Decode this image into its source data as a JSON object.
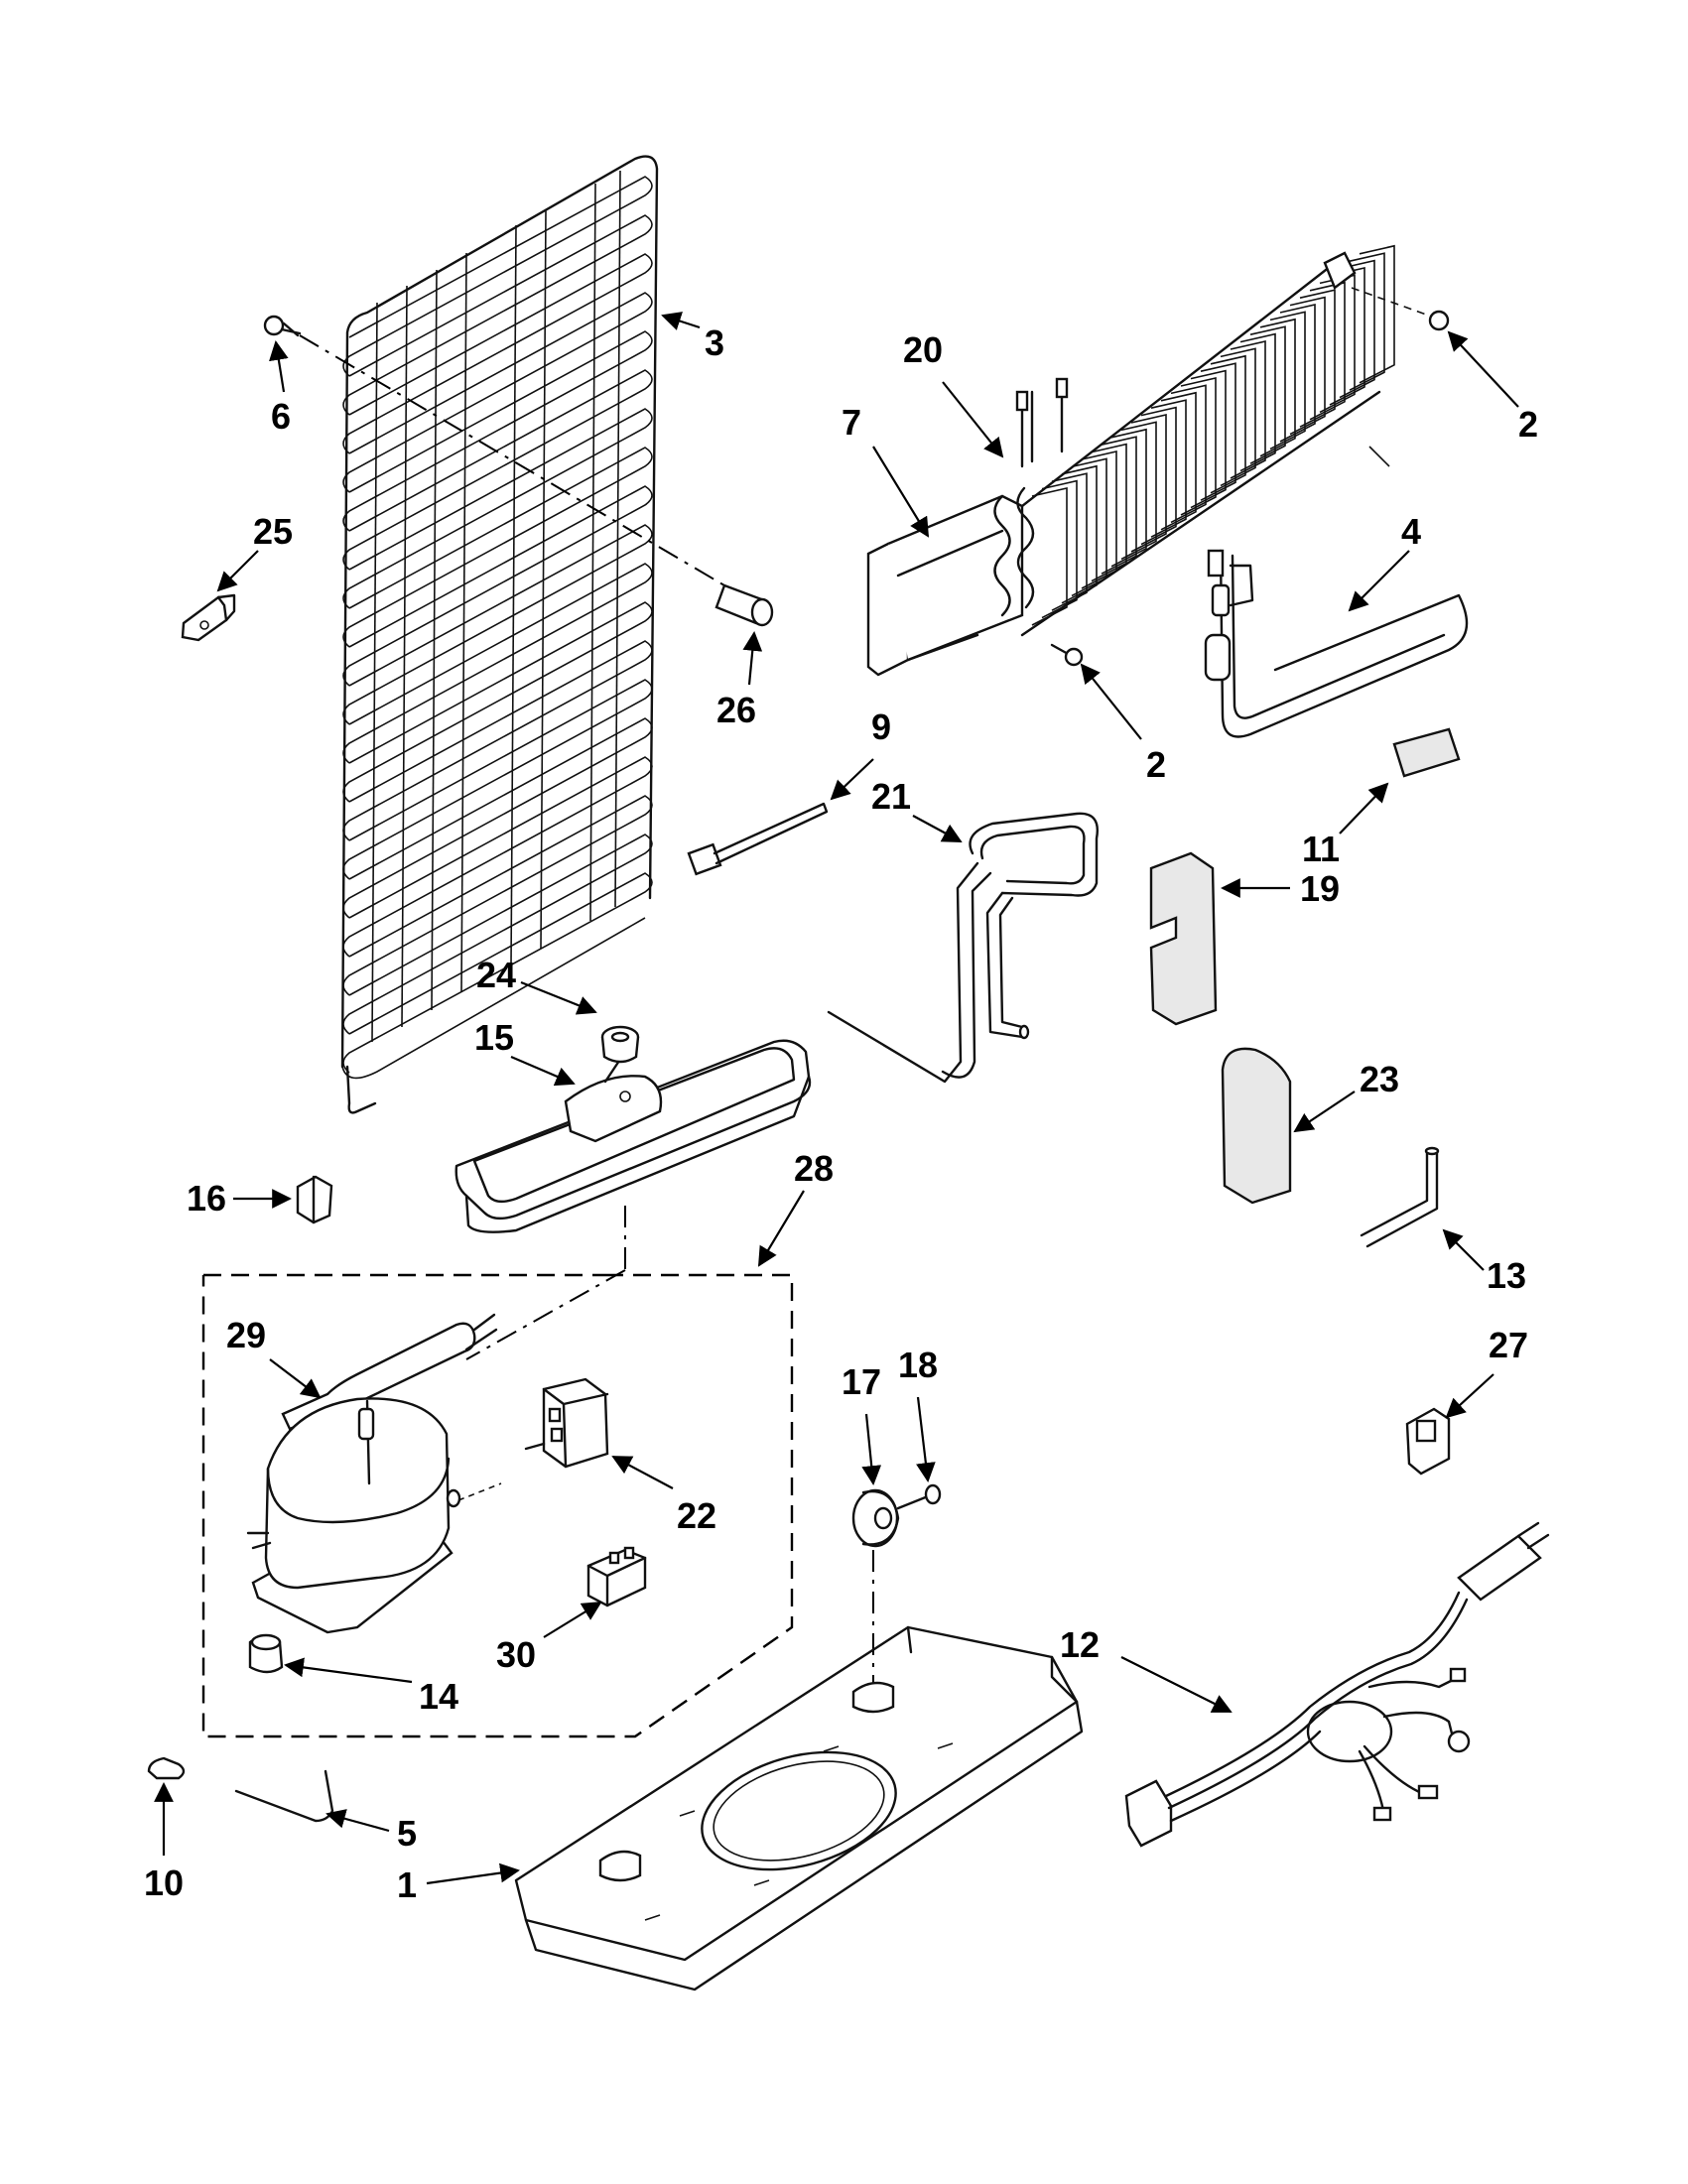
{
  "callouts": {
    "c1": "1",
    "c2a": "2",
    "c2b": "2",
    "c3": "3",
    "c4": "4",
    "c5": "5",
    "c6": "6",
    "c7": "7",
    "c9": "9",
    "c10": "10",
    "c11": "11",
    "c12": "12",
    "c13": "13",
    "c14": "14",
    "c15": "15",
    "c16": "16",
    "c17": "17",
    "c18": "18",
    "c19": "19",
    "c20": "20",
    "c21": "21",
    "c22": "22",
    "c23": "23",
    "c24": "24",
    "c25": "25",
    "c26": "26",
    "c27": "27",
    "c28": "28",
    "c29": "29",
    "c30": "30"
  },
  "colors": {
    "line": "#111111",
    "background": "#ffffff"
  }
}
